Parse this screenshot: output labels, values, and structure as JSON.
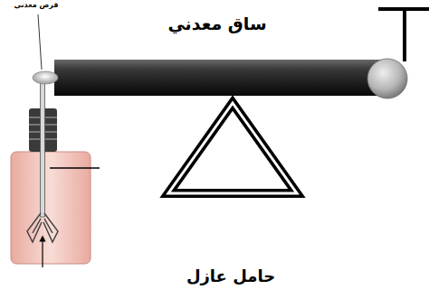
{
  "diagram": {
    "labels": [
      "ساق معدني",
      "قرص معدني",
      "حامل عازل"
    ]
  }
}
